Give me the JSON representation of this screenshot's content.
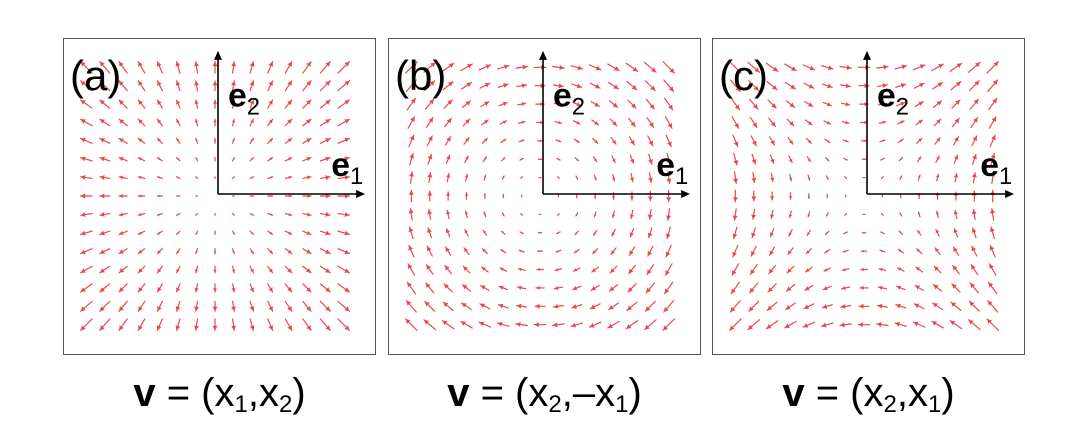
{
  "panels": [
    {
      "id": "a",
      "label": "(a)",
      "field": "radial",
      "formula": {
        "prefix": "v",
        "equals": " = (x",
        "sub1": "1",
        "mid": ",x",
        "sub2": "2",
        "suffix": ")"
      },
      "axes": {
        "e1": "e",
        "e1_sub": "1",
        "e2": "e",
        "e2_sub": "2"
      }
    },
    {
      "id": "b",
      "label": "(b)",
      "field": "rotation",
      "formula": {
        "prefix": "v",
        "equals": " = (x",
        "sub1": "2",
        "mid": ",–x",
        "sub2": "1",
        "suffix": ")"
      },
      "axes": {
        "e1": "e",
        "e1_sub": "1",
        "e2": "e",
        "e2_sub": "2"
      }
    },
    {
      "id": "c",
      "label": "(c)",
      "field": "hyperbolic",
      "formula": {
        "prefix": "v",
        "equals": " = (x",
        "sub1": "2",
        "mid": ",x",
        "sub2": "1",
        "suffix": ")"
      },
      "axes": {
        "e1": "e",
        "e1_sub": "1",
        "e2": "e",
        "e2_sub": "2"
      }
    }
  ],
  "arrow_color": "#e8474c",
  "axis_color": "#000000"
}
